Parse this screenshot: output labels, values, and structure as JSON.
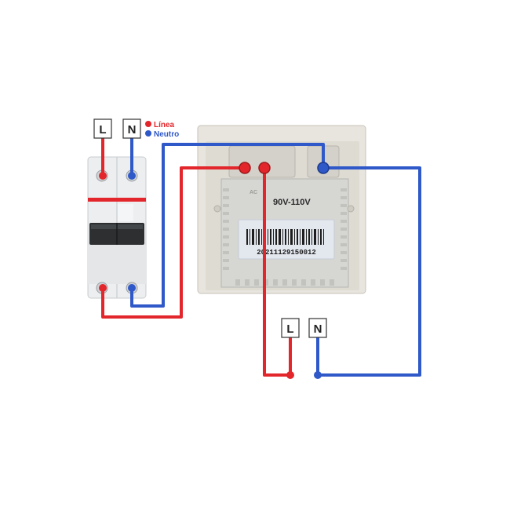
{
  "breaker": {
    "top_terminal_left": "L",
    "top_terminal_right": "N"
  },
  "legend": {
    "linea": "Línea",
    "neutro": "Neutro"
  },
  "module": {
    "ac_label": "AC",
    "voltage": "90V-110V",
    "serial": "20211129150012"
  },
  "supply": {
    "line_label": "L",
    "neutral_label": "N"
  },
  "colors": {
    "line": "#e3262b",
    "neutral": "#2f58c9",
    "terminal_border": "#333333",
    "breaker_body": "#e9ebec",
    "plate": "#e6e3dc",
    "module": "#d9d9d6"
  }
}
